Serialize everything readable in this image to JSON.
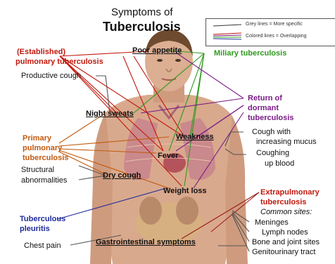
{
  "title": {
    "line1": "Symptoms of",
    "line2": "Tuberculosis"
  },
  "legend": {
    "grey": "Grey lines = More specific",
    "colored": "Colored lines = Overlapping"
  },
  "categories": {
    "established": [
      "(Established)",
      "pulmonary tuberculosis"
    ],
    "miliary": "Miliary tuberculosis",
    "return": [
      "Return of",
      "dormant",
      "tuberculosis"
    ],
    "primary": [
      "Primary",
      "pulmonary",
      "tuberculosis"
    ],
    "extrapulmonary": [
      "Extrapulmonary",
      "tuberculosis"
    ],
    "pleuritis": [
      "Tuberculous",
      "pleuritis"
    ]
  },
  "symptoms": {
    "poor_appetite": "Poor appetite",
    "productive_cough": "Productive cough",
    "night_sweats": "Night sweats",
    "weakness": "Weakness",
    "fever": "Fever",
    "structural": [
      "Structural",
      "abnormalities"
    ],
    "dry_cough": "Dry cough",
    "weight_loss": "Weight loss",
    "cough_mucus": [
      "Cough with",
      "increasing mucus"
    ],
    "coughing_blood": [
      "Coughing",
      "up blood"
    ],
    "gastro": "Gastrointestinal symptoms",
    "chest_pain": "Chest pain"
  },
  "sites": {
    "heading": "Common sites:",
    "items": [
      "Meninges",
      "Lymph nodes",
      "Bone and joint sites",
      "Genitourinary tract"
    ]
  },
  "colors": {
    "red": "#c0180c",
    "purple": "#7a1c86",
    "green": "#2f9a1e",
    "orange": "#c15a0e",
    "navy": "#1c2a9a"
  }
}
